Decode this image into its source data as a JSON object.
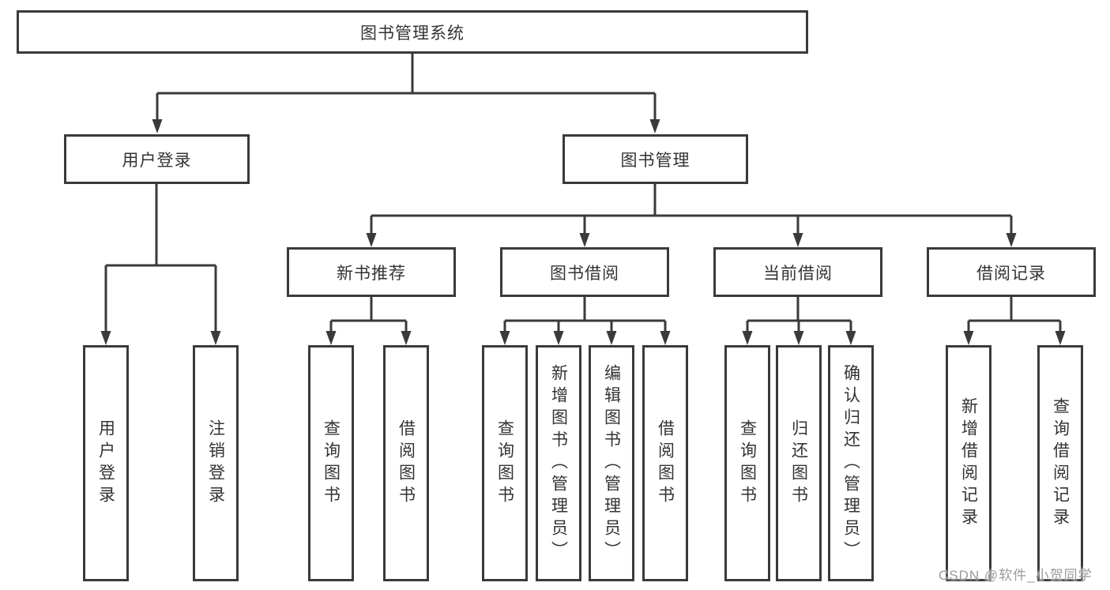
{
  "colors": {
    "line": "#3a3a3a",
    "text": "#333333",
    "watermark": "#9b9b9b",
    "background": "#ffffff"
  },
  "watermark": {
    "text": "CSDN @软件_小贺同学"
  },
  "root": {
    "label": "图书管理系统",
    "children": [
      {
        "label": "用户登录",
        "children": [
          {
            "label": "用户登录"
          },
          {
            "label": "注销登录"
          }
        ]
      },
      {
        "label": "图书管理",
        "children": [
          {
            "label": "新书推荐",
            "children": [
              {
                "label": "查询图书"
              },
              {
                "label": "借阅图书"
              }
            ]
          },
          {
            "label": "图书借阅",
            "children": [
              {
                "label": "查询图书"
              },
              {
                "label": "新增图书（管理员）"
              },
              {
                "label": "编辑图书（管理员）"
              },
              {
                "label": "借阅图书"
              }
            ]
          },
          {
            "label": "当前借阅",
            "children": [
              {
                "label": "查询图书"
              },
              {
                "label": "归还图书"
              },
              {
                "label": "确认归还（管理员）"
              }
            ]
          },
          {
            "label": "借阅记录",
            "children": [
              {
                "label": "新增借阅记录"
              },
              {
                "label": "查询借阅记录"
              }
            ]
          }
        ]
      }
    ]
  }
}
